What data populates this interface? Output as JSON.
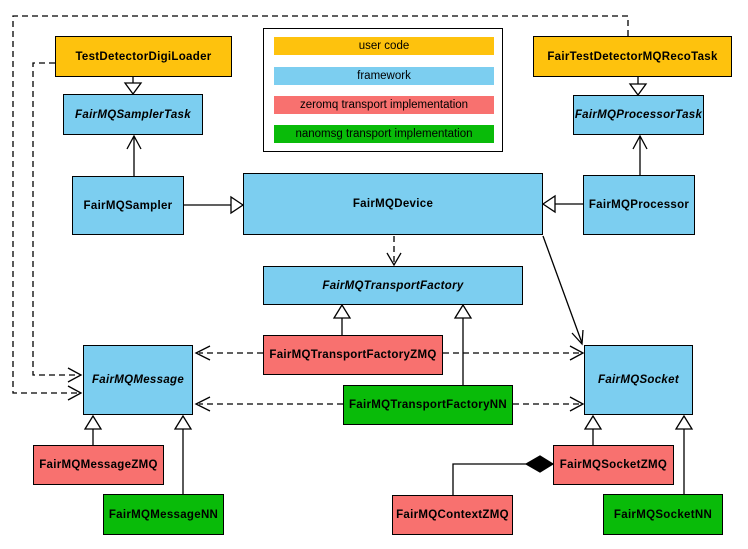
{
  "diagram": {
    "colors": {
      "user": "#FEC20D",
      "framework": "#7CCEF0",
      "zeromq": "#F8716F",
      "nanomsg": "#09BB09",
      "border": "#000000",
      "background": "#FFFFFF"
    },
    "legend": [
      {
        "label": "user code",
        "color": "#FEC20D"
      },
      {
        "label": "framework",
        "color": "#7CCEF0"
      },
      {
        "label": "zeromq transport implementation",
        "color": "#F8716F"
      },
      {
        "label": "nanomsg transport implementation",
        "color": "#09BB09"
      }
    ],
    "nodes": [
      {
        "id": "test-detector-digi-loader",
        "label": "TestDetectorDigiLoader",
        "category": "user",
        "abstract": false
      },
      {
        "id": "fairmq-sampler-task",
        "label": "FairMQSamplerTask",
        "category": "framework",
        "abstract": true
      },
      {
        "id": "fairmq-sampler",
        "label": "FairMQSampler",
        "category": "framework",
        "abstract": false
      },
      {
        "id": "fairmq-device",
        "label": "FairMQDevice",
        "category": "framework",
        "abstract": false
      },
      {
        "id": "fair-test-detector-mq-reco-task",
        "label": "FairTestDetectorMQRecoTask",
        "category": "user",
        "abstract": false
      },
      {
        "id": "fairmq-processor-task",
        "label": "FairMQProcessorTask",
        "category": "framework",
        "abstract": true
      },
      {
        "id": "fairmq-processor",
        "label": "FairMQProcessor",
        "category": "framework",
        "abstract": false
      },
      {
        "id": "fairmq-transport-factory",
        "label": "FairMQTransportFactory",
        "category": "framework",
        "abstract": true
      },
      {
        "id": "fairmq-transport-factory-zmq",
        "label": "FairMQTransportFactoryZMQ",
        "category": "zeromq",
        "abstract": false
      },
      {
        "id": "fairmq-transport-factory-nn",
        "label": "FairMQTransportFactoryNN",
        "category": "nanomsg",
        "abstract": false
      },
      {
        "id": "fairmq-message",
        "label": "FairMQMessage",
        "category": "framework",
        "abstract": true
      },
      {
        "id": "fairmq-socket",
        "label": "FairMQSocket",
        "category": "framework",
        "abstract": true
      },
      {
        "id": "fairmq-message-zmq",
        "label": "FairMQMessageZMQ",
        "category": "zeromq",
        "abstract": false
      },
      {
        "id": "fairmq-message-nn",
        "label": "FairMQMessageNN",
        "category": "nanomsg",
        "abstract": false
      },
      {
        "id": "fairmq-context-zmq",
        "label": "FairMQContextZMQ",
        "category": "zeromq",
        "abstract": false
      },
      {
        "id": "fairmq-socket-zmq",
        "label": "FairMQSocketZMQ",
        "category": "zeromq",
        "abstract": false
      },
      {
        "id": "fairmq-socket-nn",
        "label": "FairMQSocketNN",
        "category": "nanomsg",
        "abstract": false
      }
    ],
    "edges": [
      {
        "from": "TestDetectorDigiLoader",
        "to": "FairMQSamplerTask",
        "type": "inheritance",
        "line": "solid"
      },
      {
        "from": "FairTestDetectorMQRecoTask",
        "to": "FairMQProcessorTask",
        "type": "inheritance",
        "line": "solid"
      },
      {
        "from": "FairMQSampler",
        "to": "FairMQSamplerTask",
        "type": "association",
        "line": "solid"
      },
      {
        "from": "FairMQProcessor",
        "to": "FairMQProcessorTask",
        "type": "association",
        "line": "solid"
      },
      {
        "from": "FairMQSampler",
        "to": "FairMQDevice",
        "type": "inheritance",
        "line": "solid"
      },
      {
        "from": "FairMQProcessor",
        "to": "FairMQDevice",
        "type": "inheritance",
        "line": "solid"
      },
      {
        "from": "FairMQDevice",
        "to": "FairMQTransportFactory",
        "type": "dependency",
        "line": "dashed"
      },
      {
        "from": "FairMQDevice",
        "to": "FairMQSocket",
        "type": "association",
        "line": "solid"
      },
      {
        "from": "FairMQTransportFactoryZMQ",
        "to": "FairMQTransportFactory",
        "type": "inheritance",
        "line": "solid"
      },
      {
        "from": "FairMQTransportFactoryNN",
        "to": "FairMQTransportFactory",
        "type": "inheritance",
        "line": "solid"
      },
      {
        "from": "FairMQTransportFactoryZMQ",
        "to": "FairMQMessage",
        "type": "dependency",
        "line": "dashed"
      },
      {
        "from": "FairMQTransportFactoryZMQ",
        "to": "FairMQSocket",
        "type": "dependency",
        "line": "dashed"
      },
      {
        "from": "FairMQTransportFactoryNN",
        "to": "FairMQMessage",
        "type": "dependency",
        "line": "dashed"
      },
      {
        "from": "FairMQTransportFactoryNN",
        "to": "FairMQSocket",
        "type": "dependency",
        "line": "dashed"
      },
      {
        "from": "TestDetectorDigiLoader",
        "to": "FairMQMessage",
        "type": "dependency",
        "line": "dashed"
      },
      {
        "from": "FairTestDetectorMQRecoTask",
        "to": "FairMQMessage",
        "type": "dependency",
        "line": "dashed"
      },
      {
        "from": "FairMQMessageZMQ",
        "to": "FairMQMessage",
        "type": "inheritance",
        "line": "solid"
      },
      {
        "from": "FairMQMessageNN",
        "to": "FairMQMessage",
        "type": "inheritance",
        "line": "solid"
      },
      {
        "from": "FairMQSocketZMQ",
        "to": "FairMQSocket",
        "type": "inheritance",
        "line": "solid"
      },
      {
        "from": "FairMQSocketNN",
        "to": "FairMQSocket",
        "type": "inheritance",
        "line": "solid"
      },
      {
        "from": "FairMQSocketZMQ",
        "to": "FairMQContextZMQ",
        "type": "composition",
        "line": "solid"
      }
    ]
  }
}
